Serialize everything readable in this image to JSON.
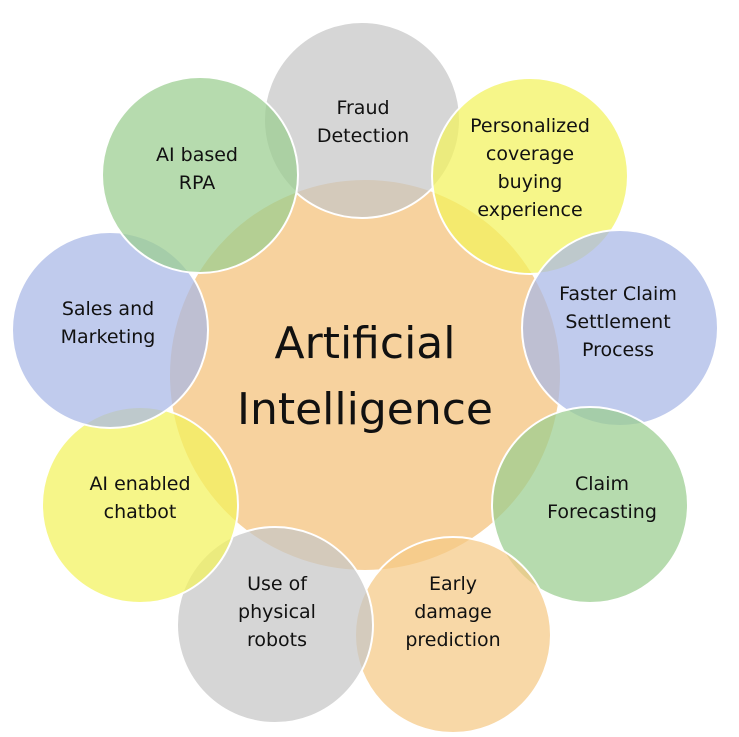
{
  "center": {
    "lines": [
      "Artificial",
      "Intelligence"
    ],
    "color": "#f6cd93"
  },
  "nodes": [
    {
      "id": "fraud-detection",
      "lines": [
        "Fraud",
        "Detection"
      ],
      "color": "#c6c6c6"
    },
    {
      "id": "personalized-coverage",
      "lines": [
        "Personalized",
        "coverage",
        "buying",
        "experience"
      ],
      "color": "#f3f35c"
    },
    {
      "id": "faster-claim-settlement",
      "lines": [
        "Faster Claim",
        "Settlement",
        "Process"
      ],
      "color": "#a8b7e6"
    },
    {
      "id": "claim-forecasting",
      "lines": [
        "Claim",
        "Forecasting"
      ],
      "color": "#9acd8f"
    },
    {
      "id": "early-damage-prediction",
      "lines": [
        "Early",
        "damage",
        "prediction"
      ],
      "color": "#f5c985"
    },
    {
      "id": "physical-robots",
      "lines": [
        "Use of",
        "physical",
        "robots"
      ],
      "color": "#c6c6c6"
    },
    {
      "id": "ai-chatbot",
      "lines": [
        "AI enabled",
        "chatbot"
      ],
      "color": "#f3f35c"
    },
    {
      "id": "sales-marketing",
      "lines": [
        "Sales and",
        "Marketing"
      ],
      "color": "#a8b7e6"
    },
    {
      "id": "ai-rpa",
      "lines": [
        "AI based",
        "RPA"
      ],
      "color": "#9acd8f"
    }
  ]
}
